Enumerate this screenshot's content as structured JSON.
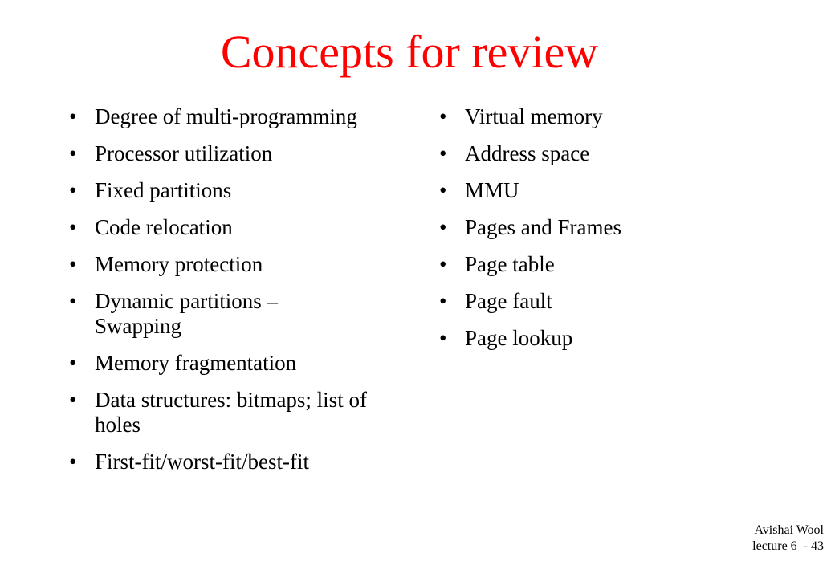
{
  "slide": {
    "title": "Concepts for review",
    "bullet_glyph": "•",
    "left_items": [
      "Degree of multi-programming",
      "Processor utilization",
      "Fixed partitions",
      "Code relocation",
      "Memory protection",
      "Dynamic partitions – Swapping",
      "Memory fragmentation",
      "Data structures: bitmaps; list of holes",
      "First-fit/worst-fit/best-fit"
    ],
    "right_items": [
      "Virtual memory",
      "Address space",
      "MMU",
      "Pages and Frames",
      "Page table",
      "Page fault",
      "Page lookup"
    ],
    "footer": {
      "author": "Avishai Wool",
      "lecture": "lecture 6  - 43"
    },
    "colors": {
      "title": "#ff0000",
      "text": "#000000",
      "background": "#ffffff"
    }
  }
}
